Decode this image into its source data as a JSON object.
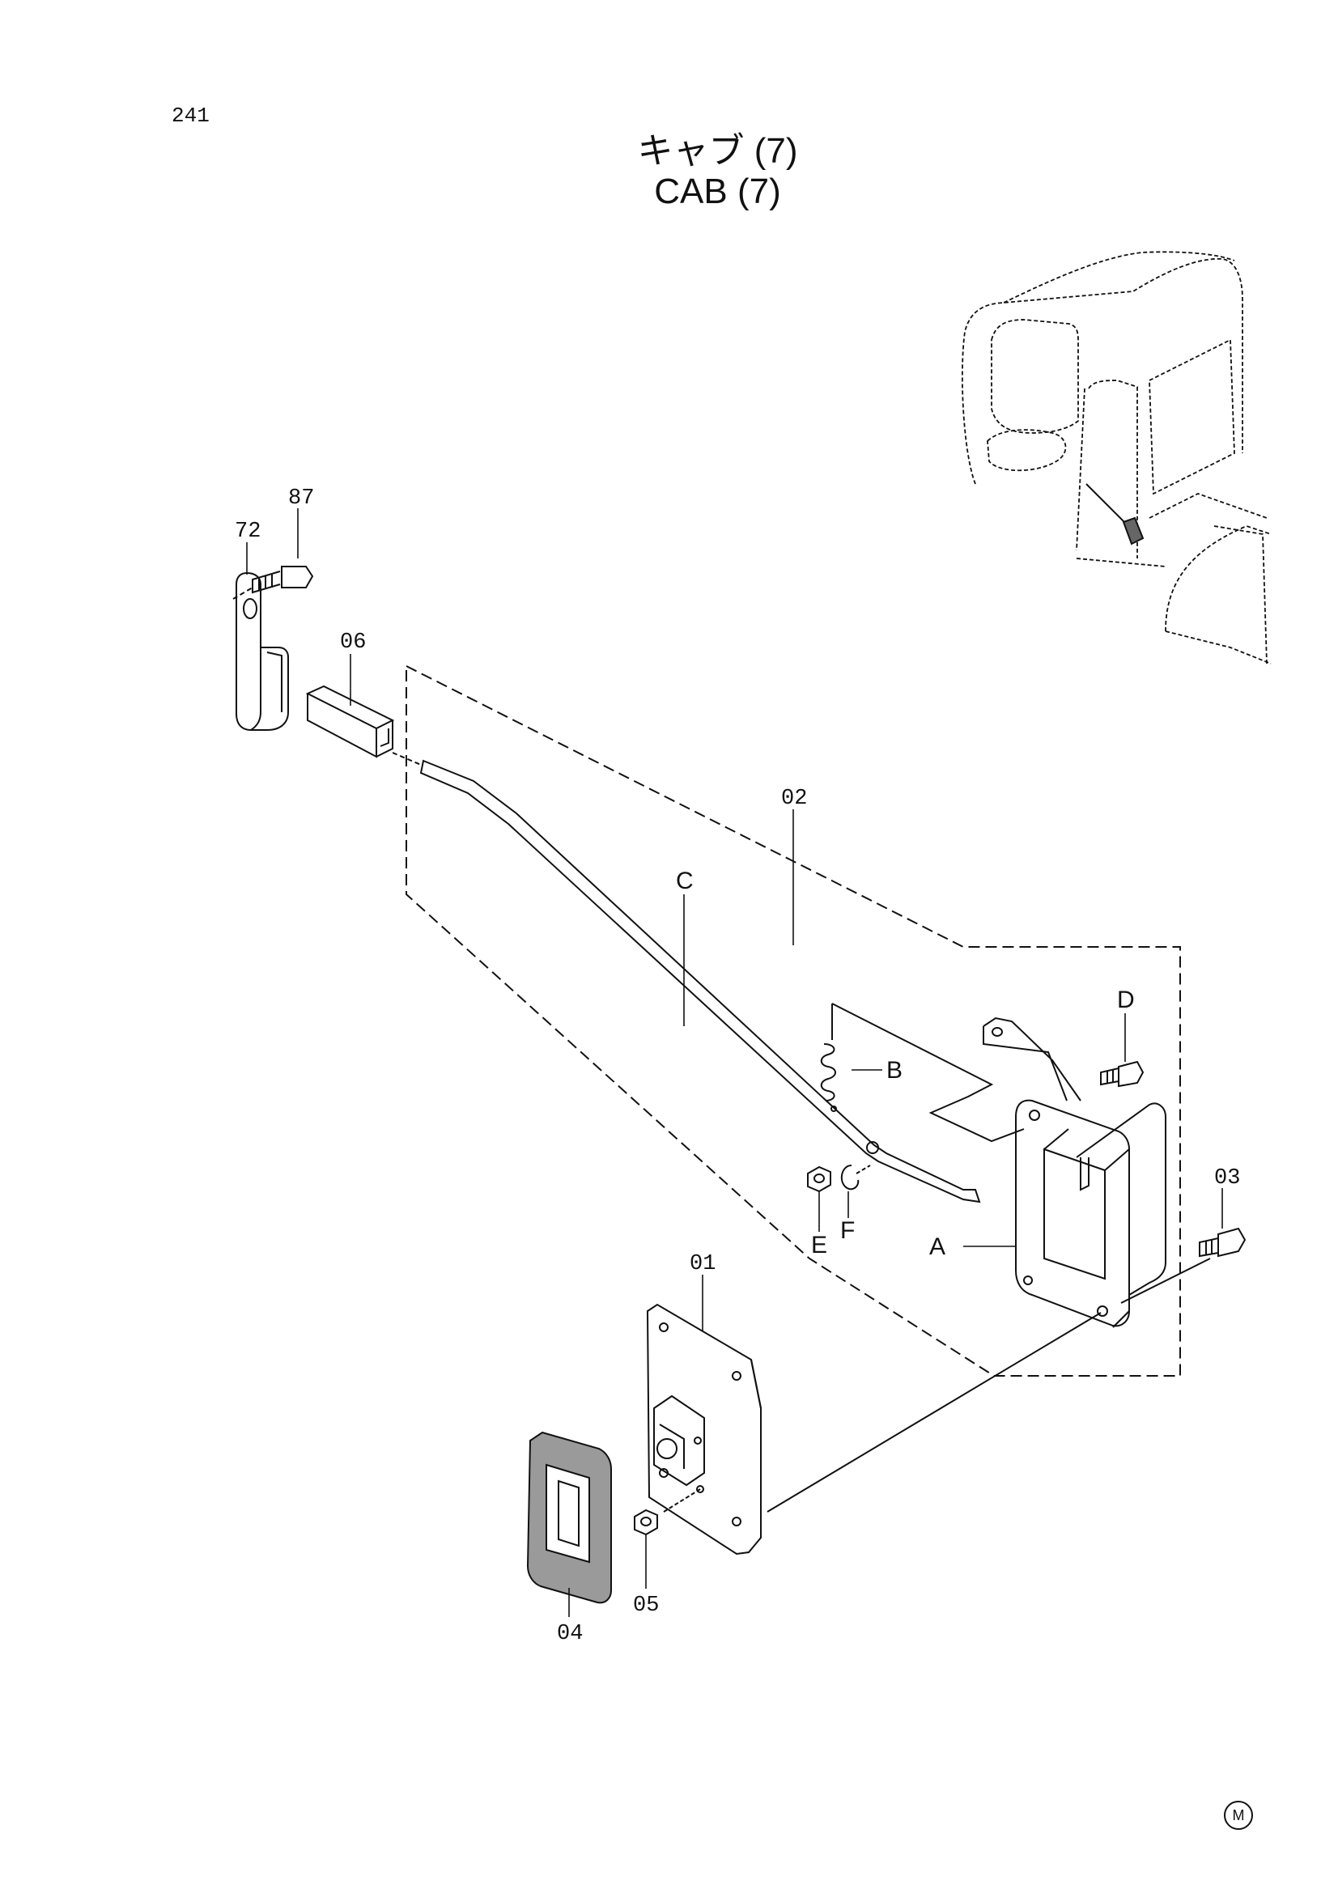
{
  "page_number": "241",
  "title_ja": "キャブ (7)",
  "title_en": "CAB (7)",
  "callouts": {
    "p87": "87",
    "p72": "72",
    "p06": "06",
    "p02": "02",
    "c": "C",
    "d": "D",
    "b": "B",
    "p03": "03",
    "e": "E",
    "f": "F",
    "a": "A",
    "p01": "01",
    "p05": "05",
    "p04": "04"
  },
  "mark": "M"
}
